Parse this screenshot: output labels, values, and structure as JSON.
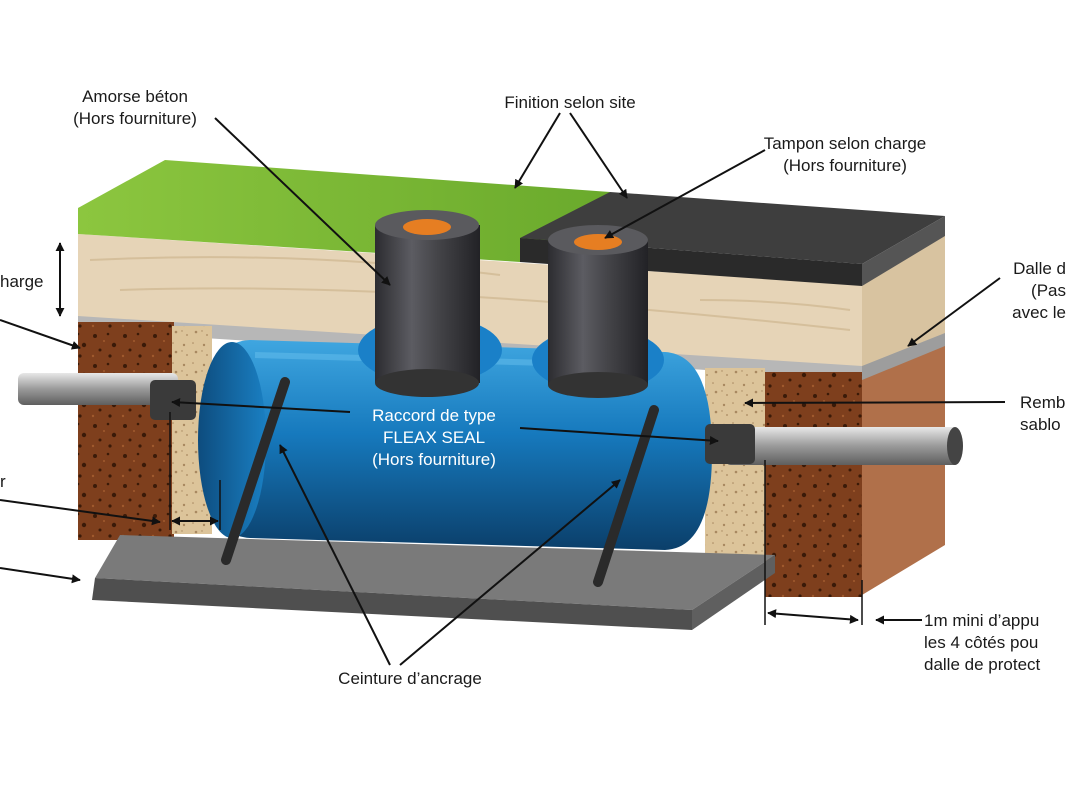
{
  "labels": {
    "amorse_beton": [
      "Amorse béton",
      "(Hors fourniture)"
    ],
    "finition_site": [
      "Finition selon site"
    ],
    "tampon_charge": [
      "Tampon selon charge",
      "(Hors fourniture)"
    ],
    "charge_partial": [
      "harge"
    ],
    "dalle_partial": [
      "Dalle d",
      "(Pas",
      "avec le"
    ],
    "remb_partial": [
      "Remb",
      "sablo"
    ],
    "raccord": [
      "Raccord de type",
      "FLEAX SEAL",
      "(Hors fourniture)"
    ],
    "left_r_partial": [
      "r"
    ],
    "appui_partial": [
      "1m mini d’appu",
      "les 4 côtés pou",
      "dalle de protect"
    ],
    "ceinture": [
      "Ceinture d’ancrage"
    ]
  },
  "colors": {
    "grass": "#7dbb3a",
    "asphalt": "#3c3c3c",
    "backfill": "#e4d2b5",
    "soil": "#7e3f1d",
    "sand": "#dcc49a",
    "tank": "#1576b8",
    "riser": "#4a4a4e",
    "cap": "#e67e22",
    "pipe": "#a8a8a8",
    "slab": "#6f6f6f"
  }
}
